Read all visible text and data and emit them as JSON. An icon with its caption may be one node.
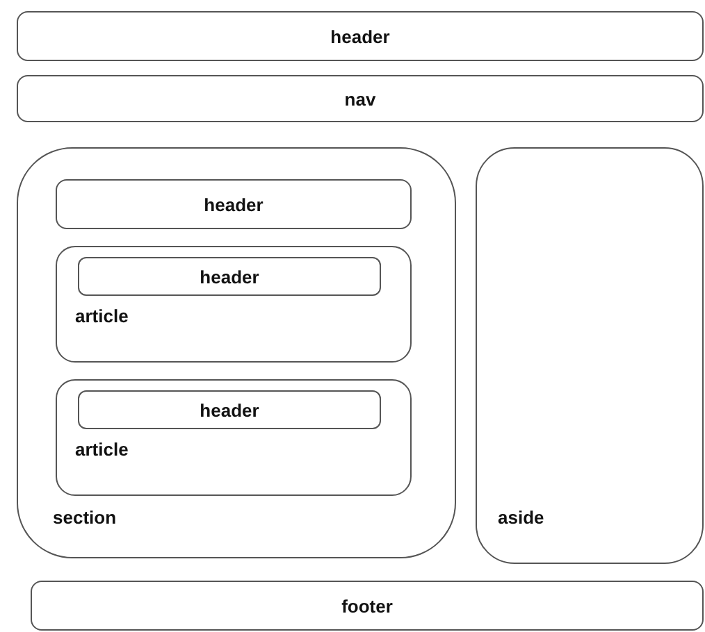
{
  "diagram": {
    "nodes": [
      {
        "text": [
          "header"
        ]
      },
      {
        "text": [
          "nav"
        ]
      },
      {
        "text": [
          "section"
        ]
      },
      {
        "text": [
          "header"
        ],
        "in": 2
      },
      {
        "text": [
          "article"
        ],
        "in": 2
      },
      {
        "text": [
          "header"
        ],
        "in": 4
      },
      {
        "text": [
          "article"
        ],
        "in": 2
      },
      {
        "text": [
          "header"
        ],
        "in": 6
      },
      {
        "text": [
          "aside"
        ]
      },
      {
        "text": [
          "footer"
        ]
      }
    ]
  }
}
